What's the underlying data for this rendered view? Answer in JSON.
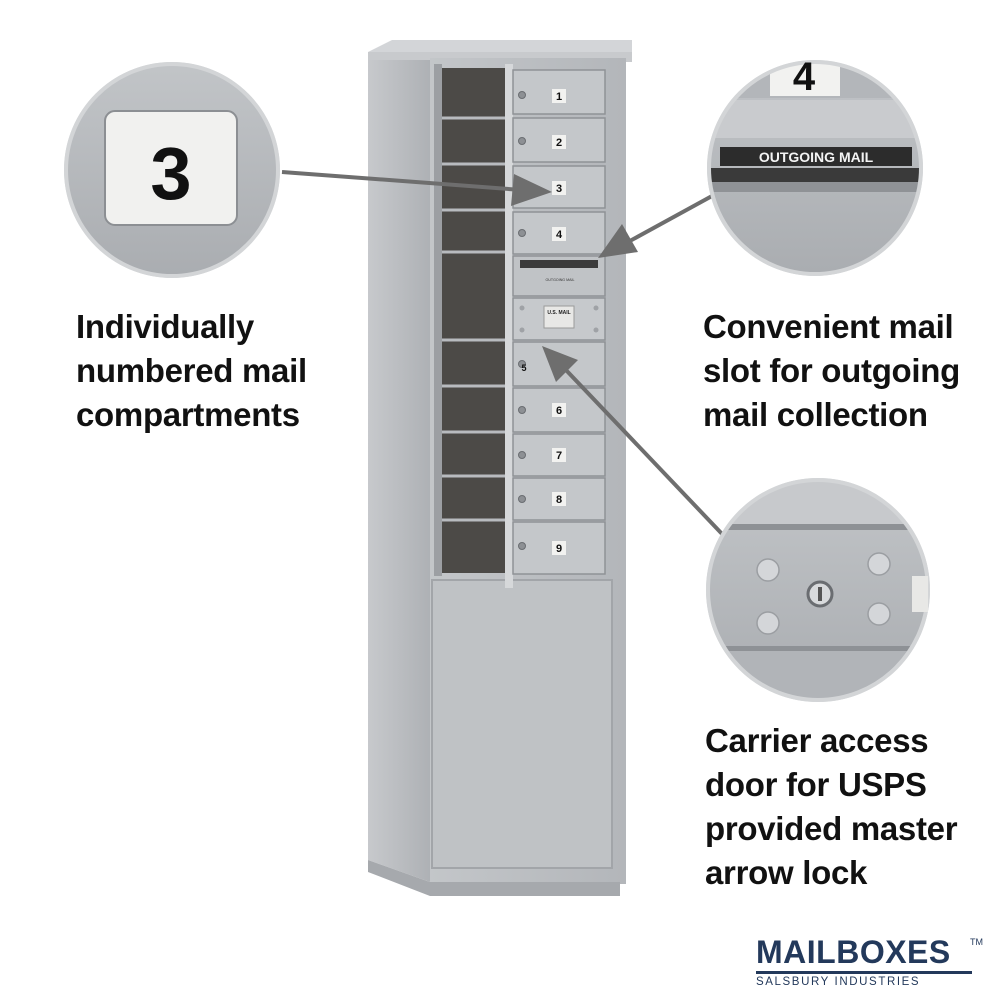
{
  "captions": {
    "numbered": "Individually\nnumbered mail\ncompartments",
    "outgoing": "Convenient mail\nslot for outgoing\nmail collection",
    "carrier": "Carrier access\ndoor for USPS\nprovided master\narrow lock"
  },
  "zoom_number": "3",
  "zoom_outgoing": {
    "number": "4",
    "label": "OUTGOING MAIL"
  },
  "compartments": [
    "1",
    "2",
    "3",
    "4",
    "5",
    "6",
    "7",
    "8",
    "9"
  ],
  "slot_label": "OUTGOING MAIL",
  "door_label": "U.S. MAIL",
  "logo": {
    "name": "MAILBOXES",
    "tm": "TM",
    "sub": "SALSBURY INDUSTRIES"
  },
  "colors": {
    "cabinet": "#b9bcc0",
    "zoom_bg": "#b5b8bc",
    "arrow": "#6e6e6e",
    "logo": "#23395b"
  }
}
